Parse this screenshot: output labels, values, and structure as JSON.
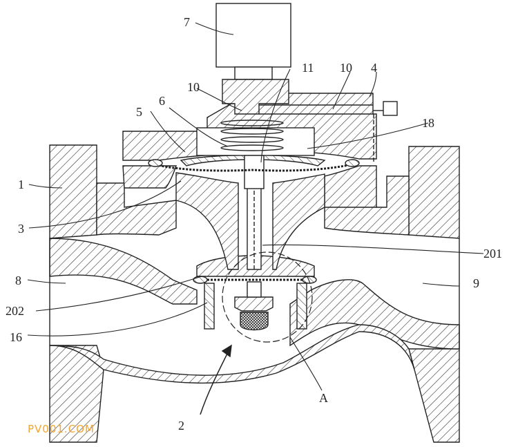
{
  "labels": {
    "1": "1",
    "2": "2",
    "3": "3",
    "4": "4",
    "5": "5",
    "6": "6",
    "7": "7",
    "8": "8",
    "9": "9",
    "10a": "10",
    "10b": "10",
    "11": "11",
    "16": "16",
    "18": "18",
    "201": "201",
    "202": "202",
    "A": "A"
  },
  "watermark": "PV001.COM",
  "colors": {
    "line": "#222222",
    "watermark": "#f5a42a",
    "background": "#ffffff"
  }
}
